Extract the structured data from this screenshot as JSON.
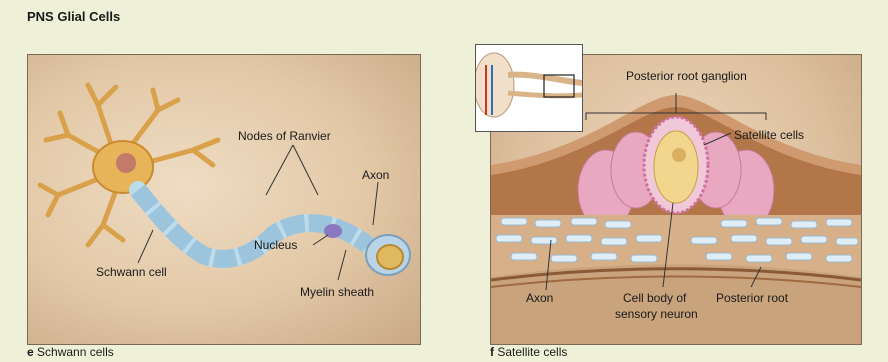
{
  "title": "PNS Glial Cells",
  "left_panel": {
    "caption_letter": "e",
    "caption_text": "Schwann cells",
    "labels": {
      "nodes": "Nodes of Ranvier",
      "axon": "Axon",
      "nucleus": "Nucleus",
      "schwann": "Schwann cell",
      "myelin": "Myelin sheath"
    }
  },
  "right_panel": {
    "caption_letter": "f",
    "caption_text": "Satellite cells",
    "labels": {
      "ganglion": "Posterior root ganglion",
      "satellite": "Satellite cells",
      "axon": "Axon",
      "cellbody_1": "Cell body of",
      "cellbody_2": "sensory neuron",
      "root": "Posterior root"
    }
  }
}
